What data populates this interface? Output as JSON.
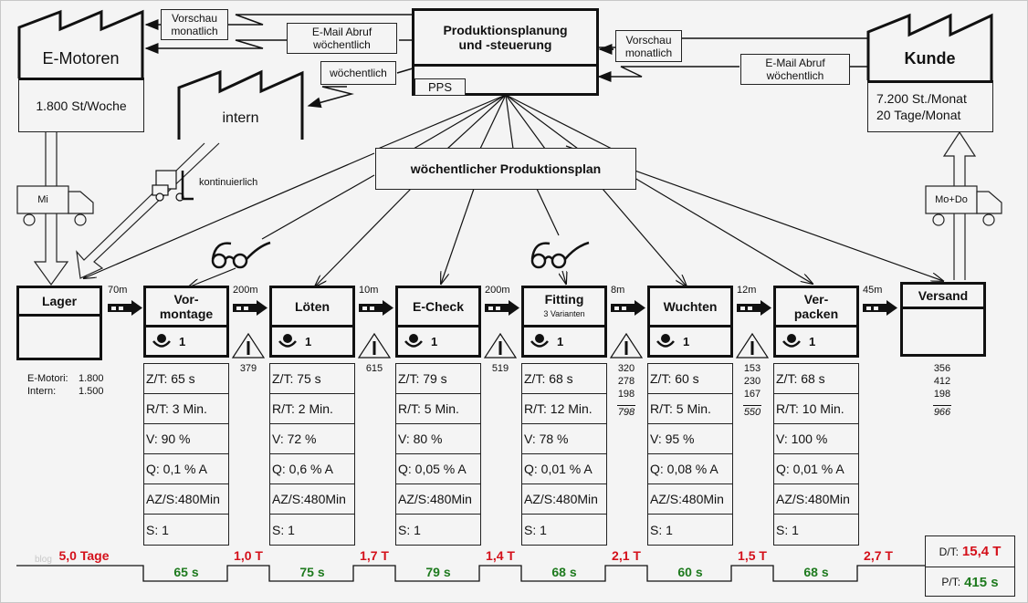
{
  "header": {
    "ppc_title_line1": "Produktionsplanung",
    "ppc_title_line2": "und -steuerung",
    "ppc_tag": "PPS",
    "weekly_plan": "wöchentlicher Produktionsplan"
  },
  "supplier_e_motoren": {
    "name": "E-Motoren",
    "info": "1.800 St/Woche",
    "truck_label": "Mi"
  },
  "supplier_intern": {
    "name": "intern",
    "transport": "kontinuierlich"
  },
  "customer": {
    "name": "Kunde",
    "info_line1": "7.200 St./Monat",
    "info_line2": "20 Tage/Monat",
    "truck_label": "Mo+Do"
  },
  "info_flows": {
    "to_emotoren_forecast": [
      "Vorschau",
      "monatlich"
    ],
    "to_emotoren_call": [
      "E-Mail Abruf",
      "wöchentlich"
    ],
    "to_intern": "wöchentlich",
    "from_customer_forecast": [
      "Vorschau",
      "monatlich"
    ],
    "from_customer_call": [
      "E-Mail Abruf",
      "wöchentlich"
    ]
  },
  "lager": {
    "name": "Lager",
    "inventory": [
      {
        "label": "E-Motori:",
        "value": "1.800"
      },
      {
        "label": "Intern:",
        "value": "1.500"
      }
    ]
  },
  "distances": [
    "70m",
    "200m",
    "10m",
    "200m",
    "8m",
    "12m",
    "45m"
  ],
  "processes": [
    {
      "title": "Vor-",
      "title2": "montage",
      "sub": "",
      "operators": "1",
      "rows": [
        "Z/T: 65 s",
        "R/T: 3 Min.",
        "V: 90 %",
        "Q: 0,1 % A",
        "AZ/S:480Min",
        "S: 1"
      ]
    },
    {
      "title": "Löten",
      "title2": "",
      "sub": "",
      "operators": "1",
      "rows": [
        "Z/T: 75 s",
        "R/T: 2 Min.",
        "V: 72 %",
        "Q: 0,6 % A",
        "AZ/S:480Min",
        "S: 1"
      ]
    },
    {
      "title": "E-Check",
      "title2": "",
      "sub": "",
      "operators": "1",
      "rows": [
        "Z/T: 79 s",
        "R/T: 5 Min.",
        "V: 80 %",
        "Q: 0,05 % A",
        "AZ/S:480Min",
        "S: 1"
      ]
    },
    {
      "title": "Fitting",
      "title2": "",
      "sub": "3 Varianten",
      "operators": "1",
      "rows": [
        "Z/T: 68 s",
        "R/T: 12 Min.",
        "V: 78 %",
        "Q: 0,01 % A",
        "AZ/S:480Min",
        "S: 1"
      ]
    },
    {
      "title": "Wuchten",
      "title2": "",
      "sub": "",
      "operators": "1",
      "rows": [
        "Z/T: 60 s",
        "R/T: 5 Min.",
        "V: 95 %",
        "Q: 0,08 % A",
        "AZ/S:480Min",
        "S: 1"
      ]
    },
    {
      "title": "Ver-",
      "title2": "packen",
      "sub": "",
      "operators": "1",
      "rows": [
        "Z/T: 68 s",
        "R/T: 10 Min.",
        "V: 100 %",
        "Q: 0,01 % A",
        "AZ/S:480Min",
        "S: 1"
      ]
    }
  ],
  "inventories": [
    {
      "values": [
        "379"
      ],
      "total": ""
    },
    {
      "values": [
        "615"
      ],
      "total": ""
    },
    {
      "values": [
        "519"
      ],
      "total": ""
    },
    {
      "values": [
        "320",
        "278",
        "198"
      ],
      "total": "798"
    },
    {
      "values": [
        "153",
        "230",
        "167"
      ],
      "total": "550"
    }
  ],
  "versand": {
    "name": "Versand",
    "values": [
      "356",
      "412",
      "198"
    ],
    "total": "966"
  },
  "timeline": {
    "waits": [
      "5,0 Tage",
      "1,0 T",
      "1,7 T",
      "1,4 T",
      "2,1 T",
      "1,5 T",
      "2,7 T"
    ],
    "process_times": [
      "65 s",
      "75 s",
      "79 s",
      "68 s",
      "60 s",
      "68 s"
    ],
    "dt_label": "D/T:",
    "dt_value": "15,4 T",
    "pt_label": "P/T:",
    "pt_value": "415 s",
    "watermark": "blog"
  },
  "colors": {
    "wait": "#d4101a",
    "process": "#1e7a1e"
  }
}
